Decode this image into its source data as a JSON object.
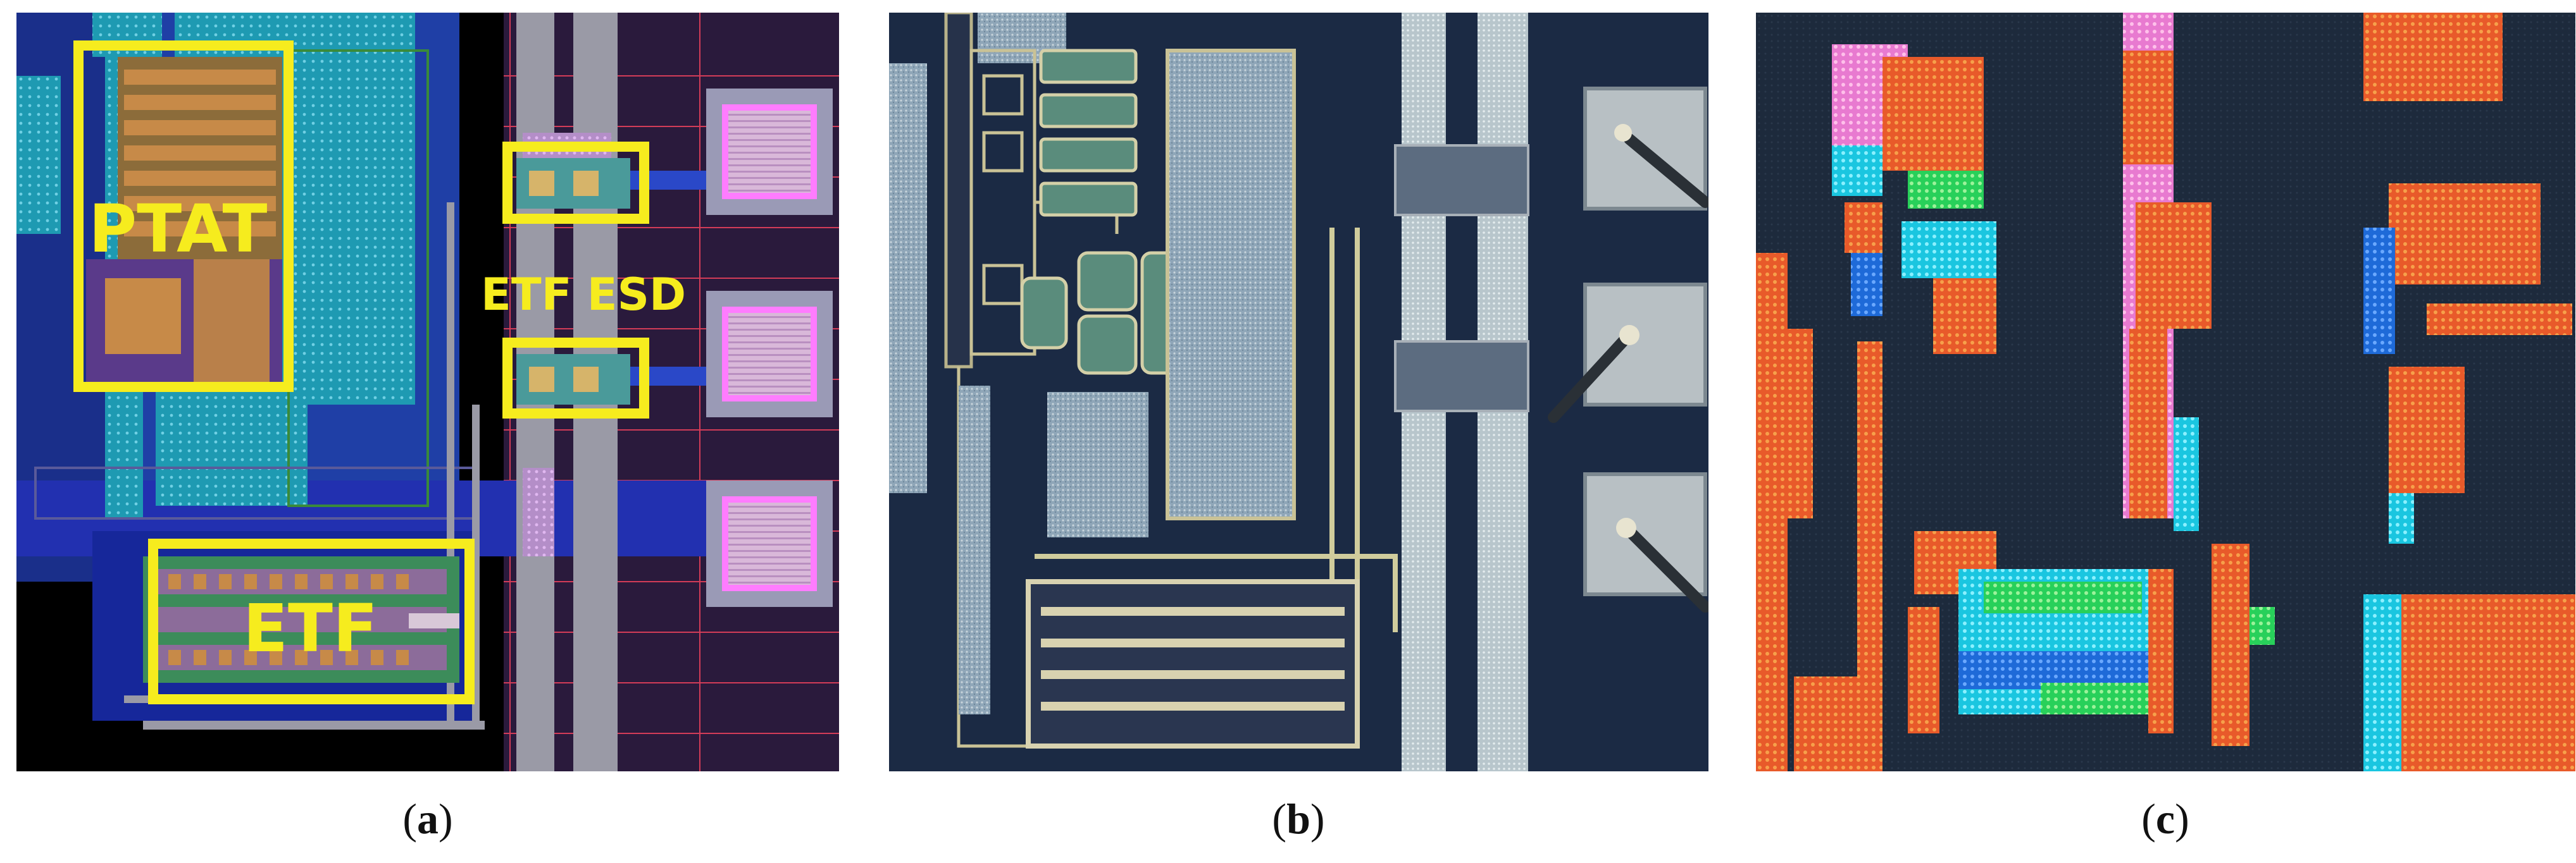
{
  "panels": [
    {
      "caption_letter": "a",
      "labels": {
        "ptat": "PTAT",
        "etf_esd": "ETF ESD",
        "etf": "ETF"
      }
    },
    {
      "caption_letter": "b"
    },
    {
      "caption_letter": "c"
    }
  ],
  "colors": {
    "annotation": "#f6ec1e",
    "layout_bg": "#000000",
    "die_bg": "#1b2a44"
  }
}
